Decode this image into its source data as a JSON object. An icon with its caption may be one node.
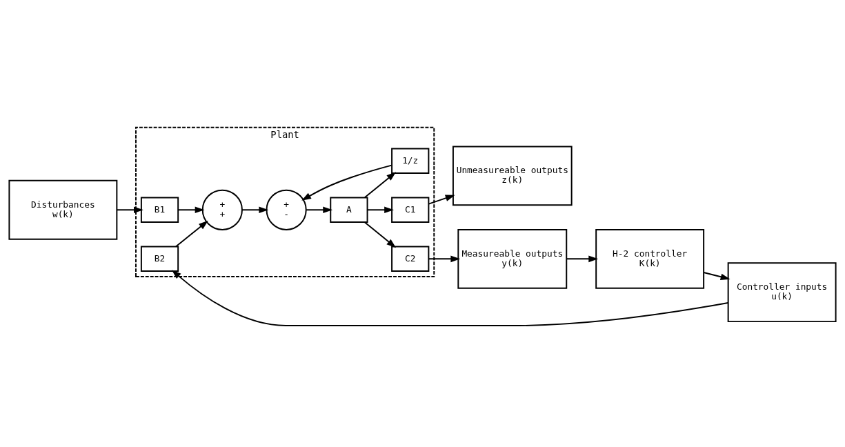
{
  "diagram": {
    "nodes": [
      {
        "text": [
          "Disturbances",
          "w(k)"
        ]
      },
      {
        "text": [
          "Plant"
        ]
      },
      {
        "text": [
          "B1"
        ],
        "in": 1
      },
      {
        "text": [
          "C1"
        ],
        "in": 1
      },
      {
        "text": [
          "Unmeasureable outputs",
          "z(k)"
        ]
      },
      {
        "text": [
          "Controller inputs",
          "u(k)"
        ]
      },
      {
        "text": [
          "B2"
        ],
        "in": 1
      },
      {
        "text": [
          "+",
          "+"
        ],
        "in": 1
      },
      {
        "text": [
          "+",
          "-"
        ],
        "in": 1
      },
      {
        "text": [
          "A"
        ],
        "in": 1
      },
      {
        "text": [
          "C2"
        ],
        "in": 1
      },
      {
        "text": [
          "Measureable outputs",
          "y(k)"
        ]
      },
      {
        "text": [
          "1/z"
        ],
        "in": 1
      },
      {
        "text": [
          "H-2 controller",
          "K(k)"
        ]
      }
    ],
    "edges": [
      {
        "from": 0,
        "to": 2,
        "arrow": "to"
      },
      {
        "from": 2,
        "to": 7,
        "arrow": "to"
      },
      {
        "from": 5,
        "to": 6,
        "arrow": "to"
      },
      {
        "from": 6,
        "to": 7,
        "arrow": "to"
      },
      {
        "from": 7,
        "to": 8,
        "arrow": "to"
      },
      {
        "from": 8,
        "to": 9,
        "arrow": "to"
      },
      {
        "from": 9,
        "to": 10,
        "arrow": "to"
      },
      {
        "from": 9,
        "to": 3,
        "arrow": "to"
      },
      {
        "from": 9,
        "to": 12,
        "arrow": "to"
      },
      {
        "from": 12,
        "to": 8,
        "arrow": "to"
      },
      {
        "from": 3,
        "to": 4,
        "arrow": "to"
      },
      {
        "from": 10,
        "to": 11,
        "arrow": "to"
      },
      {
        "from": 11,
        "to": 13,
        "arrow": "to"
      },
      {
        "from": 13,
        "to": 5,
        "arrow": "to"
      }
    ]
  }
}
